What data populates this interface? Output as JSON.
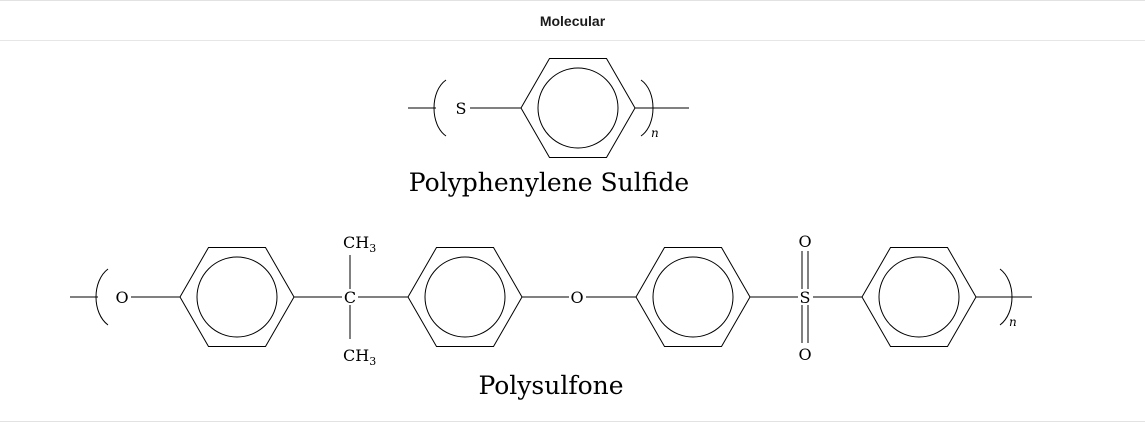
{
  "header": {
    "title": "Molecular"
  },
  "structures": [
    {
      "name": "Polyphenylene Sulfide",
      "atoms": {
        "sulfur": "S"
      },
      "repeat_subscript": "n"
    },
    {
      "name": "Polysulfone",
      "atoms": {
        "oxygen_start": "O",
        "carbon": "C",
        "methyl_top": "CH",
        "methyl_top_sub": "3",
        "methyl_bottom": "CH",
        "methyl_bottom_sub": "3",
        "oxygen_ether": "O",
        "sulfur": "S",
        "sulfonyl_o_top": "O",
        "sulfonyl_o_bottom": "O"
      },
      "repeat_subscript": "n"
    }
  ]
}
